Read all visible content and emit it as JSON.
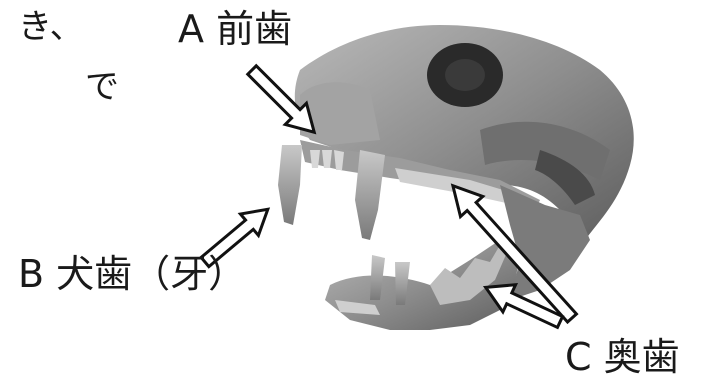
{
  "fragments": {
    "line1": "き、",
    "line2": "で"
  },
  "labels": {
    "a": "A 前歯",
    "b": "B 犬歯（牙）",
    "c": "C 奥歯"
  }
}
